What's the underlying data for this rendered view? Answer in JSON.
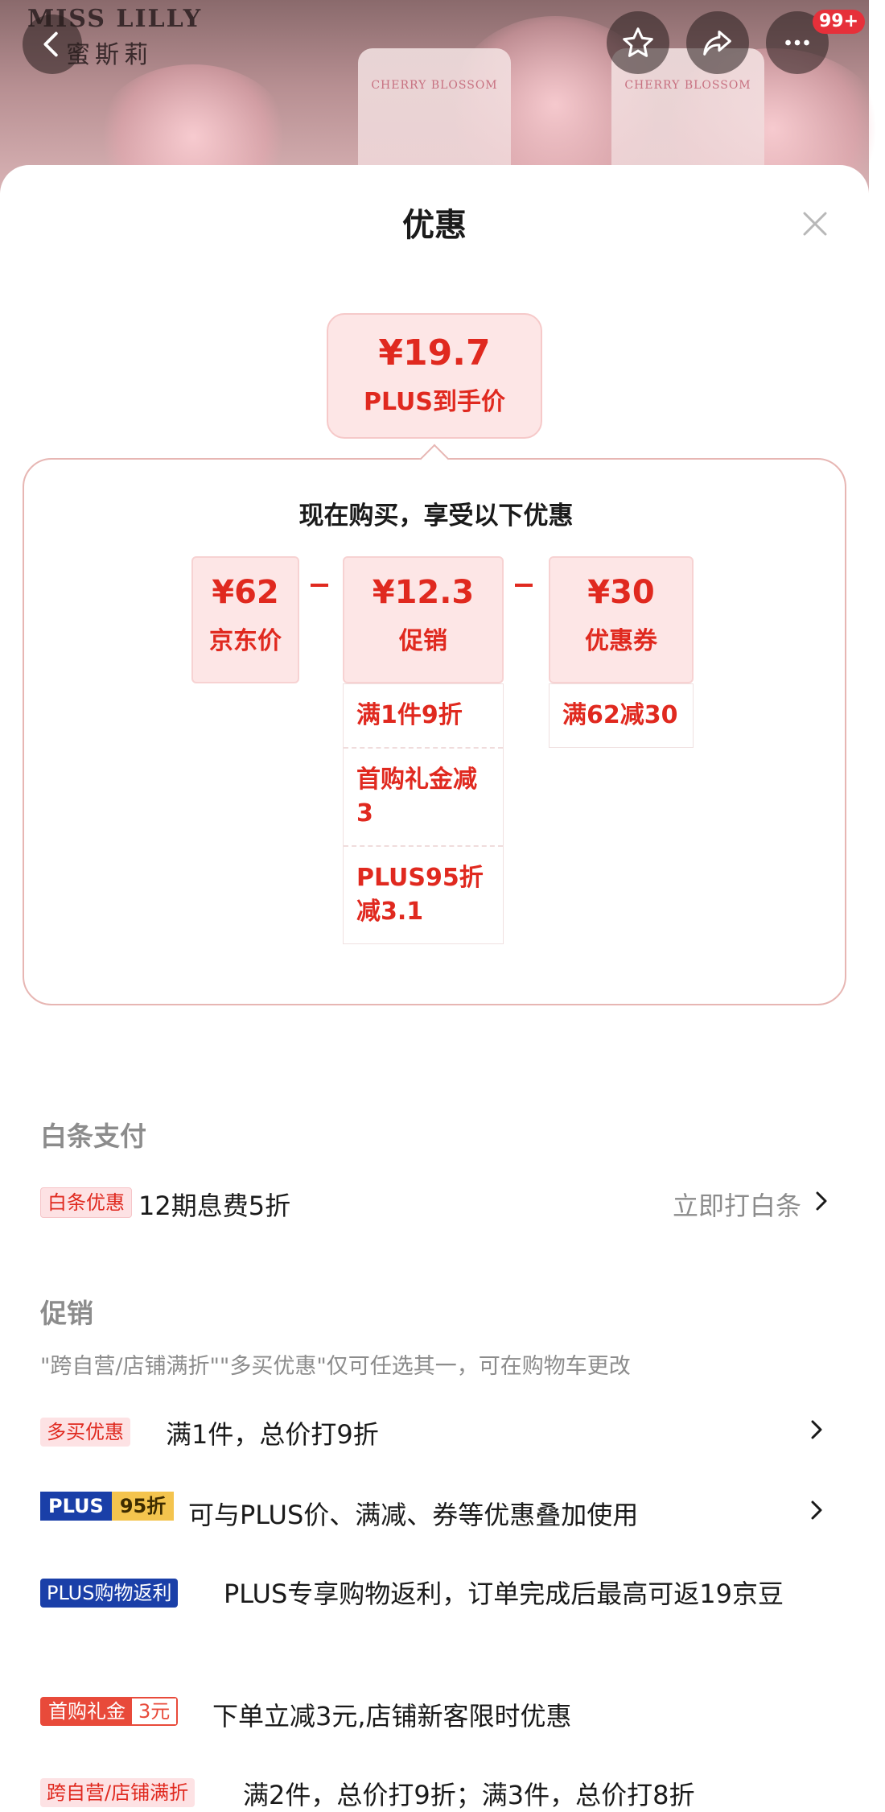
{
  "header": {
    "brand_en": "MISS LILLY",
    "brand_zh": "蜜斯莉",
    "jar_label": "CHERRY BLOSSOM",
    "badge": "99+"
  },
  "sheet": {
    "title": "优惠"
  },
  "plus_price": {
    "price": "¥19.7",
    "label": "PLUS到手价"
  },
  "detail": {
    "title": "现在购买，享受以下优惠",
    "boxes": [
      {
        "value": "¥62",
        "label": "京东价"
      },
      {
        "value": "¥12.3",
        "label": "促销"
      },
      {
        "value": "¥30",
        "label": "优惠券"
      }
    ],
    "promo_items": [
      "满1件9折",
      "首购礼金减3",
      "PLUS95折减3.1"
    ],
    "coupon_items": [
      "满62减30"
    ]
  },
  "baitiao": {
    "heading": "白条支付",
    "tag": "白条优惠",
    "text": "12期息费5折",
    "action": "立即打白条"
  },
  "promo": {
    "heading": "促销",
    "note": "\"跨自营/店铺满折\"\"多买优惠\"仅可任选其一，可在购物车更改",
    "rows": [
      {
        "tag": "多买优惠",
        "text": "满1件，总价打9折"
      },
      {
        "tag_a": "PLUS",
        "tag_b": "95折",
        "text": "可与PLUS价、满减、券等优惠叠加使用"
      },
      {
        "tag": "PLUS购物返利",
        "text": "PLUS专享购物返利，订单完成后最高可返19京豆"
      },
      {
        "tag_a": "首购礼金",
        "tag_b": "3元",
        "text": "下单立减3元,店铺新客限时优惠"
      },
      {
        "tag": "跨自营/店铺满折",
        "text": "满2件，总价打9折；满3件，总价打8折"
      }
    ]
  },
  "colors": {
    "accent": "#e0291f",
    "plus_blue": "#1a3fa8",
    "plus_gold": "#f4c44e"
  }
}
